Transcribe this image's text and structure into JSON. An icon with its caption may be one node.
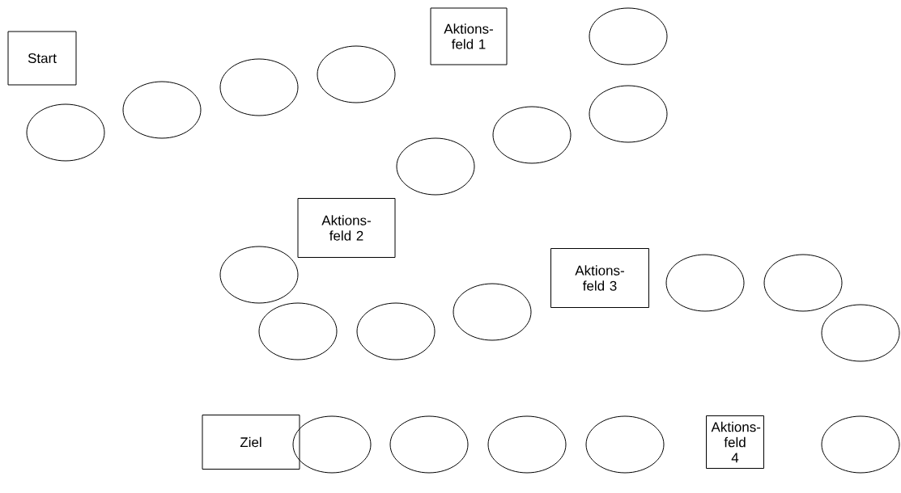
{
  "diagram": {
    "nodes": [
      {
        "text": [
          "Start"
        ]
      },
      {
        "text": [],
        "shape": "ellipse"
      },
      {
        "text": [],
        "shape": "ellipse"
      },
      {
        "text": [],
        "shape": "ellipse"
      },
      {
        "text": [],
        "shape": "ellipse"
      },
      {
        "text": [
          "Aktions- feld 1"
        ]
      },
      {
        "text": [],
        "shape": "ellipse"
      },
      {
        "text": [],
        "shape": "ellipse"
      },
      {
        "text": [],
        "shape": "ellipse"
      },
      {
        "text": [],
        "shape": "ellipse"
      },
      {
        "text": [
          "Aktions- feld 2"
        ]
      },
      {
        "text": [],
        "shape": "ellipse"
      },
      {
        "text": [],
        "shape": "ellipse"
      },
      {
        "text": [],
        "shape": "ellipse"
      },
      {
        "text": [],
        "shape": "ellipse"
      },
      {
        "text": [
          "Aktions- feld 3"
        ]
      },
      {
        "text": [],
        "shape": "ellipse"
      },
      {
        "text": [],
        "shape": "ellipse"
      },
      {
        "text": [],
        "shape": "ellipse"
      },
      {
        "text": [],
        "shape": "ellipse"
      },
      {
        "text": [
          "Aktions- feld 4"
        ]
      },
      {
        "text": [],
        "shape": "ellipse"
      },
      {
        "text": [],
        "shape": "ellipse"
      },
      {
        "text": [],
        "shape": "ellipse"
      },
      {
        "text": [],
        "shape": "ellipse"
      },
      {
        "text": [
          "Ziel"
        ]
      }
    ]
  }
}
